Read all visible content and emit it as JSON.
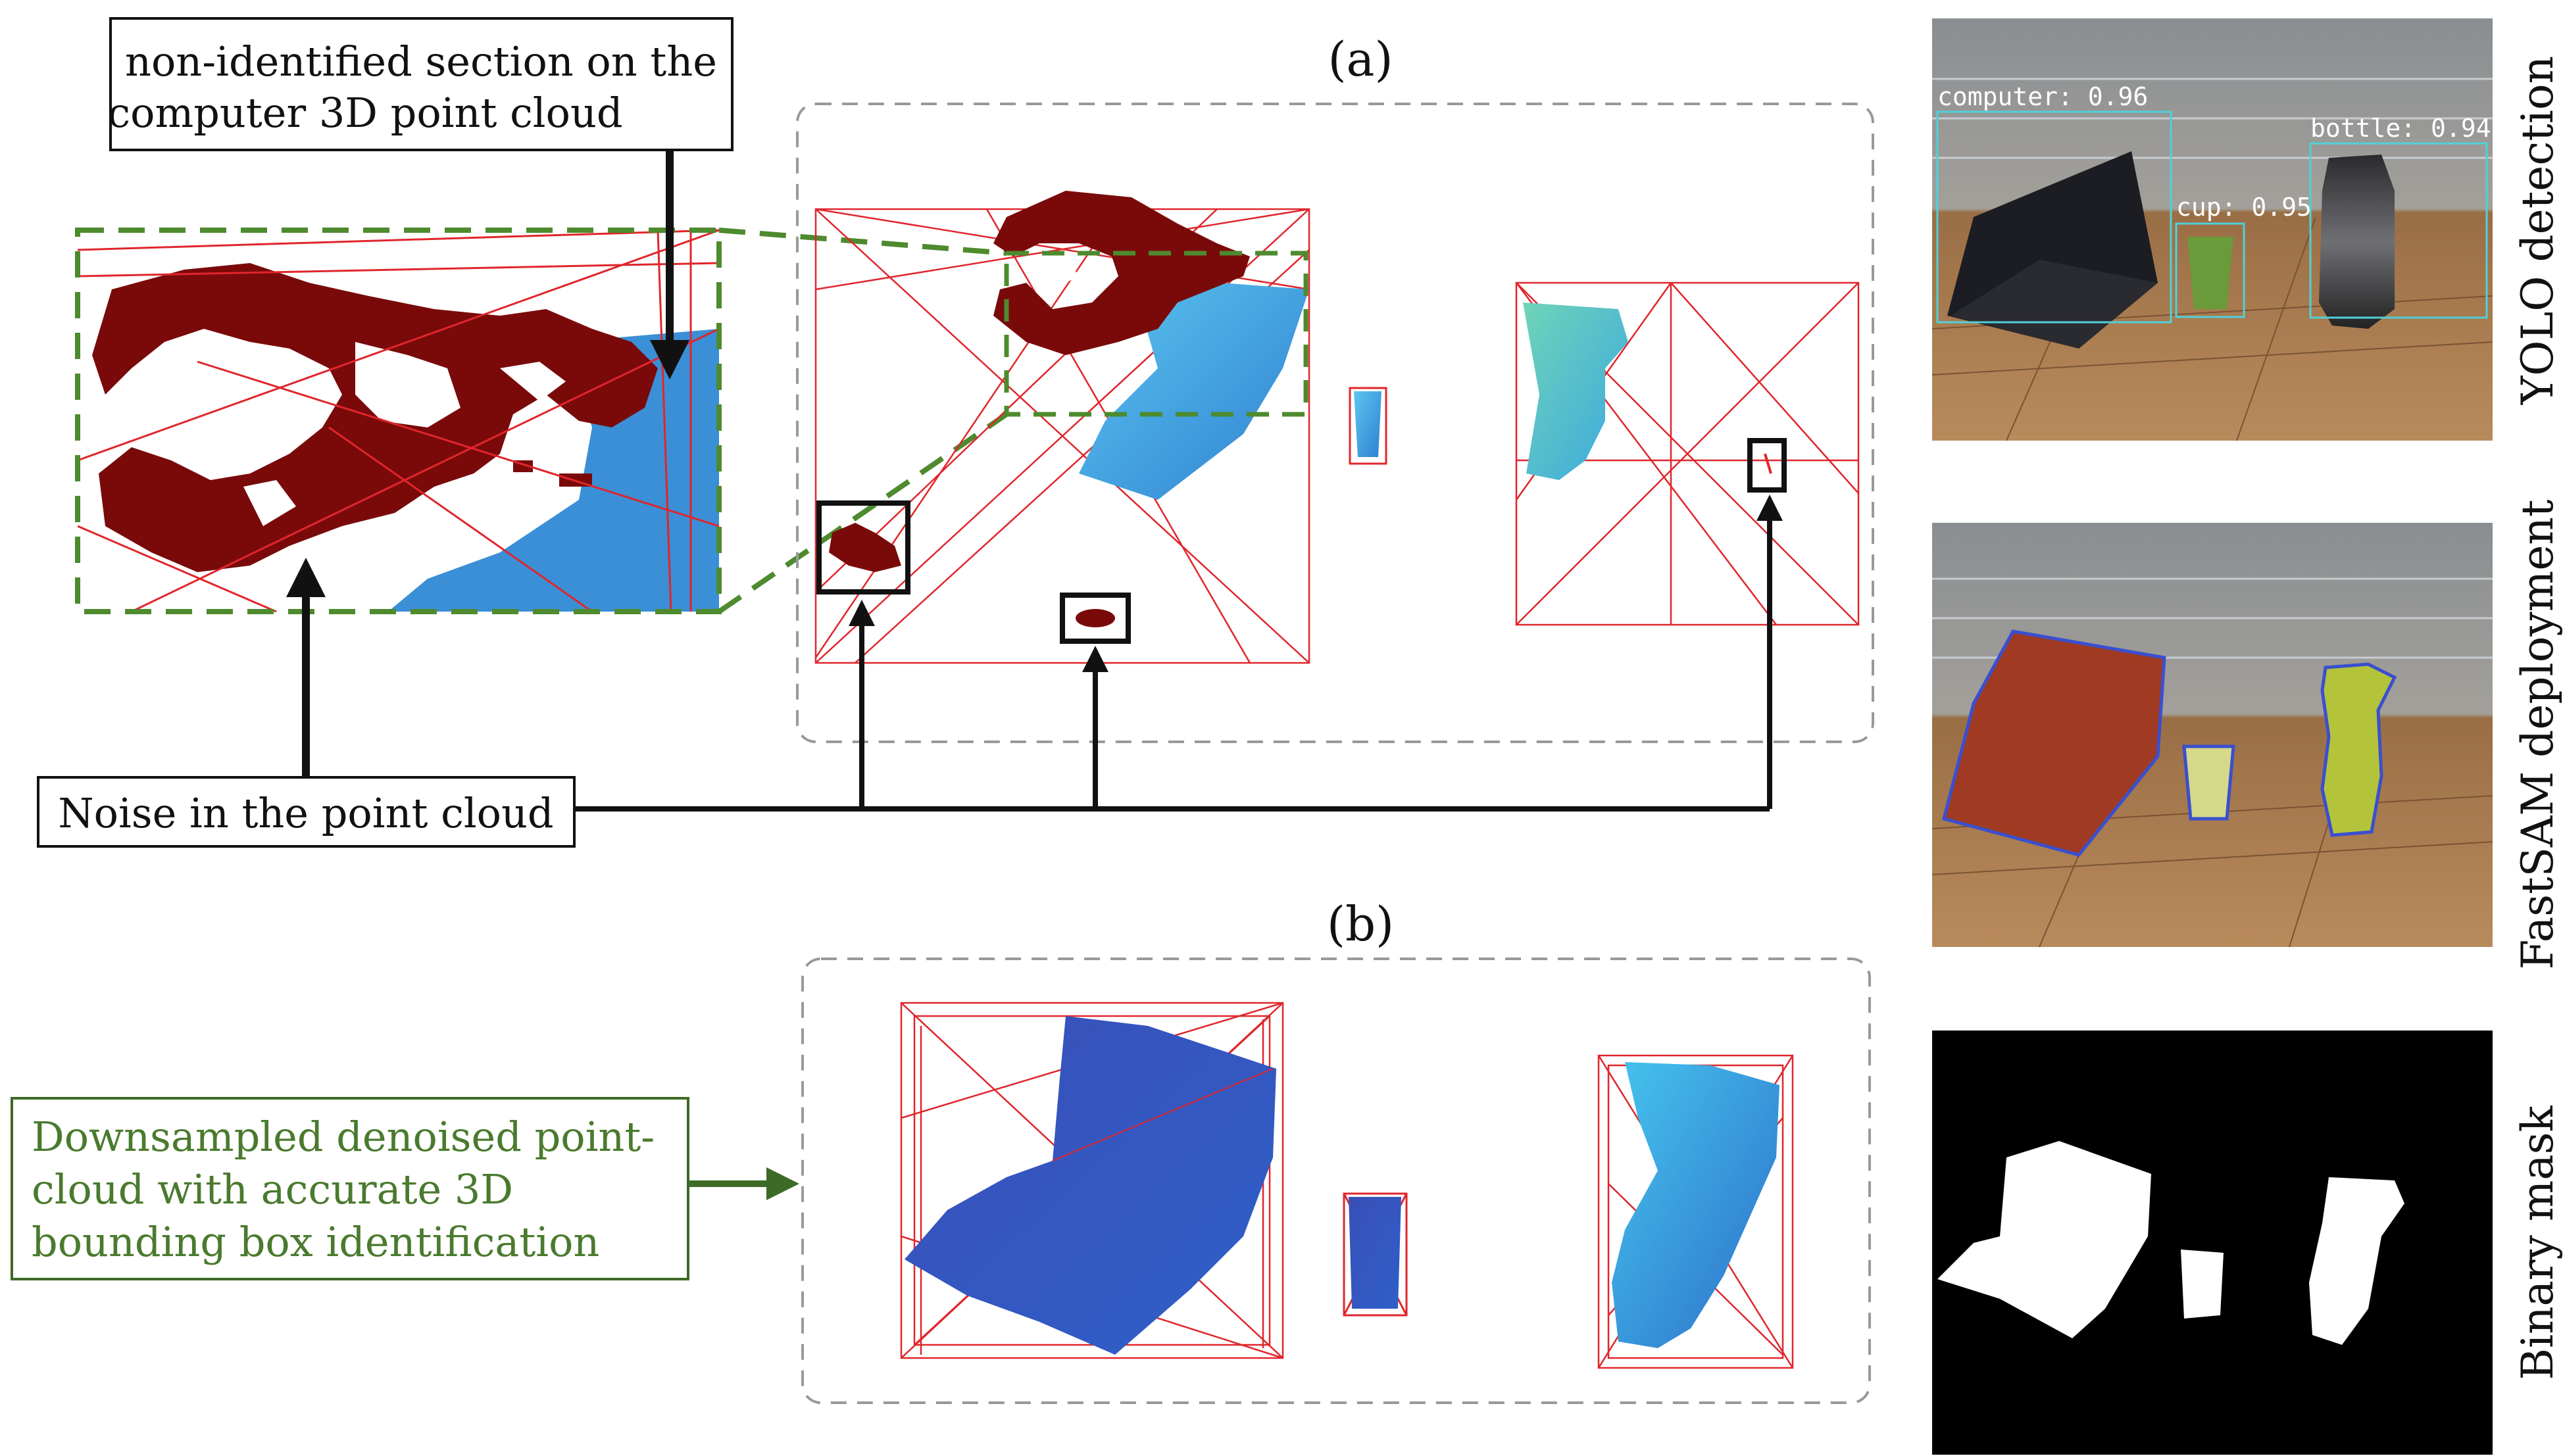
{
  "panels": {
    "a_label": "(a)",
    "b_label": "(b)"
  },
  "callouts": {
    "non_identified_line1": "non-identified section on the",
    "non_identified_line2": "computer 3D point cloud",
    "noise": "Noise in the point cloud",
    "downsampled_line1": "Downsampled denoised point-",
    "downsampled_line2": "cloud with accurate 3D",
    "downsampled_line3": "bounding box identification"
  },
  "side_labels": {
    "yolo": "YOLO detection",
    "fastsam": "FastSAM deployment",
    "binary": "Binary mask"
  },
  "detections": [
    {
      "label": "computer: 0.96"
    },
    {
      "label": "cup: 0.95"
    },
    {
      "label": "bottle: 0.94"
    }
  ],
  "colors": {
    "noise_dark_red": "#7a0a0a",
    "cloud_blue": "#3b8fd6",
    "cloud_cyan": "#4cc3d9",
    "cloud_dark_blue": "#3a4fb8",
    "bbox_red": "#e0262c",
    "zoom_green": "#4e8a2e",
    "callout_green": "#4a7a2e",
    "dashed_gray": "#999999"
  }
}
